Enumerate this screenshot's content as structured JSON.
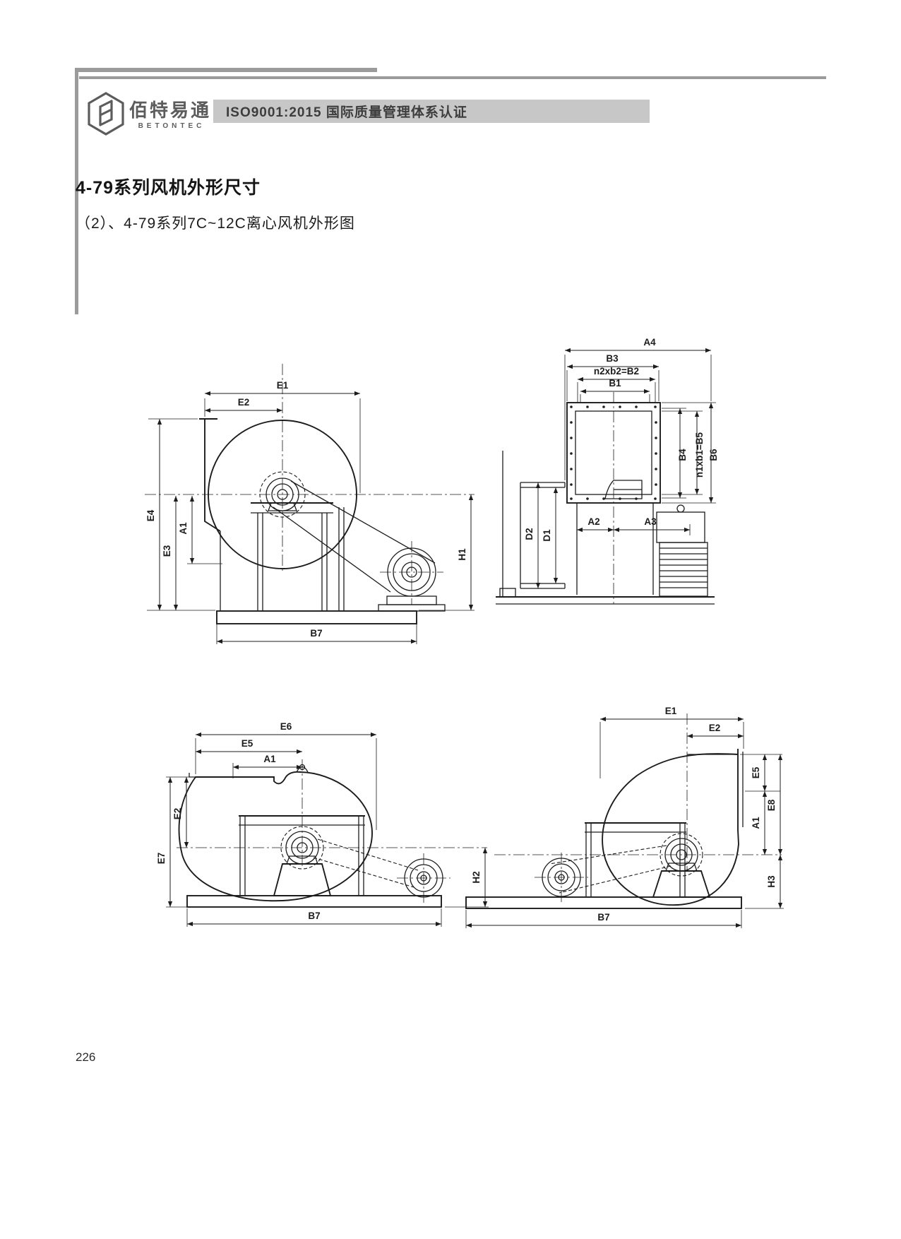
{
  "header": {
    "logo_title": "佰特易通",
    "logo_subtitle": "BETONTEC",
    "iso_banner": "ISO9001:2015 国际质量管理体系认证"
  },
  "content": {
    "section_title": "4-79系列风机外形尺寸",
    "section_subtitle": "（2）、4-79系列7C~12C离心风机外形图"
  },
  "footer": {
    "page_number": "226"
  },
  "colors": {
    "line": "#1c1c1c",
    "gray_rule": "#9b9b9b",
    "banner_bg": "#c7c7c7",
    "banner_text": "#3d3d3d"
  },
  "drawings": {
    "side_view": {
      "labels": {
        "e1": "E1",
        "e2": "E2",
        "e4": "E4",
        "e3": "E3",
        "a1": "A1",
        "h1": "H1",
        "b7": "B7"
      }
    },
    "inlet_view": {
      "labels": {
        "a4": "A4",
        "b3": "B3",
        "b2": "n2xb2=B2",
        "b1": "B1",
        "b4": "B4",
        "b5": "n1xb1=B5",
        "b6": "B6",
        "d2": "D2",
        "d1": "D1",
        "a2": "A2",
        "a3": "A3"
      }
    },
    "volute_view_left": {
      "labels": {
        "e6": "E6",
        "e5": "E5",
        "a1": "A1",
        "e2": "E2",
        "e7": "E7",
        "h2": "H2",
        "b7": "B7"
      }
    },
    "volute_view_right": {
      "labels": {
        "e1": "E1",
        "e2": "E2",
        "e5": "E5",
        "a1": "A1",
        "e8": "E8",
        "h3": "H3",
        "b7": "B7"
      }
    }
  }
}
